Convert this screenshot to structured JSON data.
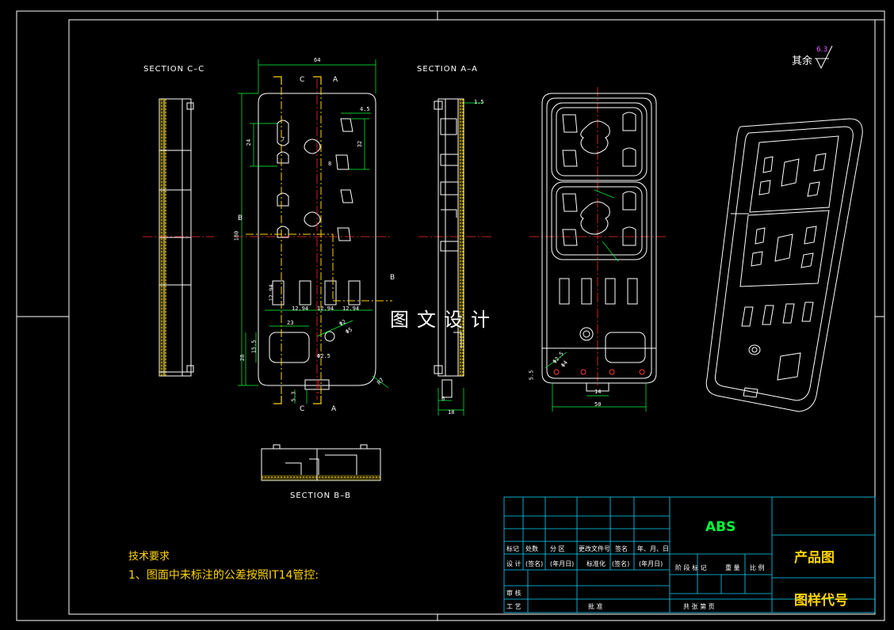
{
  "sections": {
    "c": "SECTION C–C",
    "a": "SECTION A–A",
    "b": "SECTION B–B"
  },
  "roughness": {
    "text": "其余",
    "value": "6.3"
  },
  "watermark": "图文设计",
  "cut_marks": {
    "c": "C",
    "a": "A",
    "b": "B"
  },
  "dimensions": {
    "width_top": "64",
    "height_total": "180",
    "d24": "24",
    "d7": "7",
    "d32": "32",
    "d4_5": "4.5",
    "d8": "8",
    "d12_94a": "12.94",
    "d12_94b": "12.94",
    "d12_94c": "12.94",
    "d12_94d": "12.94",
    "d23": "23",
    "d15_5": "15.5",
    "d28": "28",
    "dphi2": "Φ2",
    "dphi5": "Φ5",
    "d23_5": "Φ2.5",
    "dR7": "R7",
    "d5_3": "5.3",
    "d1_5": "1.5",
    "d6": "6",
    "d18": "18",
    "d5_5": "5.5",
    "d14": "14",
    "d50": "50",
    "d2_5": "Φ2.5",
    "d4": "Φ4"
  },
  "tech_requirements": {
    "title": "技术要求",
    "item1": "1、图面中未标注的公差按照IT14管控:"
  },
  "title_block": {
    "material": "ABS",
    "drawing_type": "产品图",
    "drawing_code": "图样代号",
    "row_labels": [
      "标记",
      "处数",
      "分 区",
      "更改文件号",
      "签名",
      "年、月、日"
    ],
    "design_labels": [
      "设 计",
      "(签名)",
      "(年月日)",
      "标准化",
      "(签名)",
      "(年月日)"
    ],
    "stage_labels": [
      "阶 段 标 记",
      "重 量",
      "比 例"
    ],
    "review": "审 核",
    "process": "工 艺",
    "approve": "批 准",
    "sheets": "共   张   第   页"
  }
}
